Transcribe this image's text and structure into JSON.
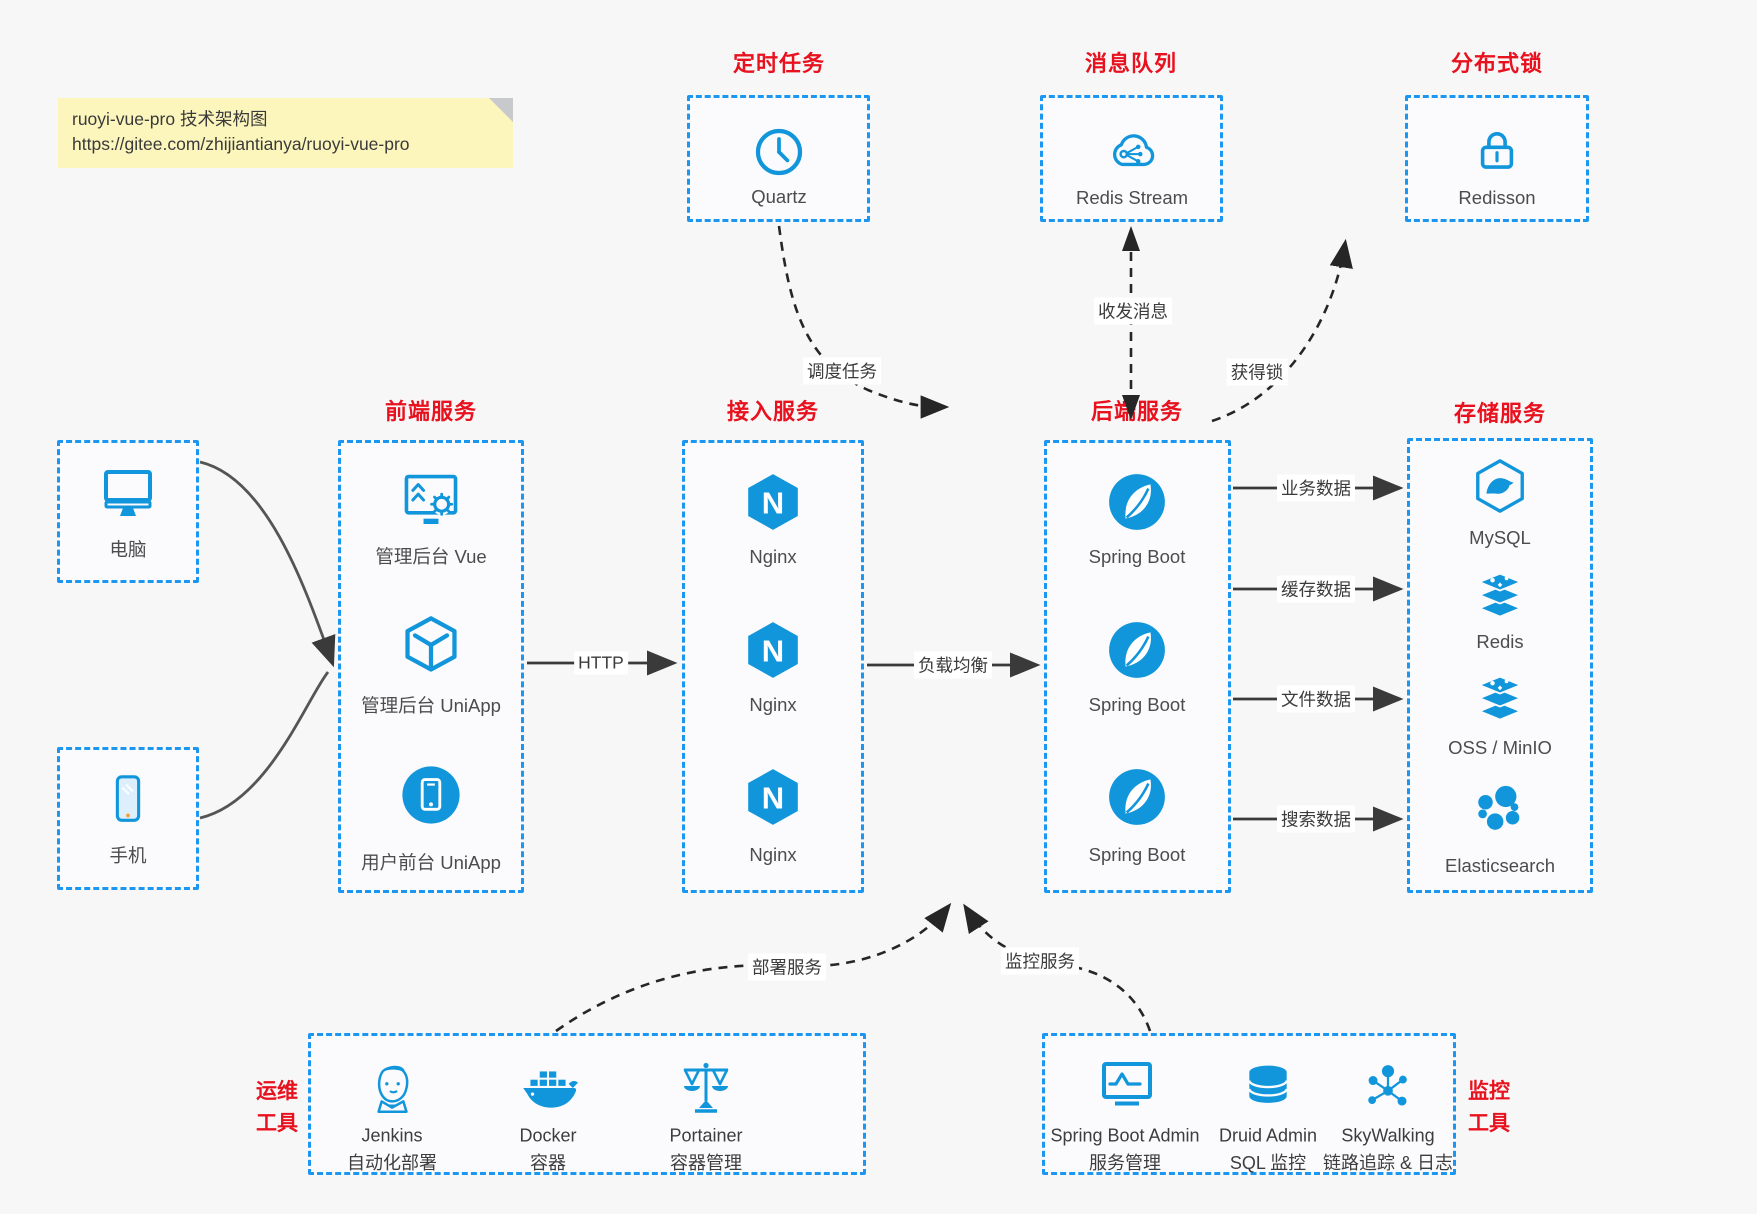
{
  "note": {
    "line1": "ruoyi-vue-pro 技术架构图",
    "line2": "https://gitee.com/zhijiantianya/ruoyi-vue-pro"
  },
  "top_groups": [
    {
      "title": "定时任务",
      "item": "Quartz"
    },
    {
      "title": "消息队列",
      "item": "Redis Stream"
    },
    {
      "title": "分布式锁",
      "item": "Redisson"
    }
  ],
  "clients": [
    {
      "label": "电脑"
    },
    {
      "label": "手机"
    }
  ],
  "columns": [
    {
      "title": "前端服务",
      "items": [
        "管理后台 Vue",
        "管理后台 UniApp",
        "用户前台 UniApp"
      ]
    },
    {
      "title": "接入服务",
      "items": [
        "Nginx",
        "Nginx",
        "Nginx"
      ]
    },
    {
      "title": "后端服务",
      "items": [
        "Spring Boot",
        "Spring Boot",
        "Spring Boot"
      ]
    },
    {
      "title": "存储服务",
      "items": [
        "MySQL",
        "Redis",
        "OSS / MinIO",
        "Elasticsearch"
      ]
    }
  ],
  "edges": {
    "http": "HTTP",
    "load_balance": "负载均衡",
    "biz_data": "业务数据",
    "cache_data": "缓存数据",
    "file_data": "文件数据",
    "search_data": "搜索数据",
    "schedule": "调度任务",
    "message": "收发消息",
    "lock": "获得锁",
    "deploy": "部署服务",
    "monitor": "监控服务"
  },
  "bottom_groups": [
    {
      "side_label": [
        "运维",
        "工具"
      ],
      "items": [
        {
          "name": "Jenkins",
          "desc": "自动化部署"
        },
        {
          "name": "Docker",
          "desc": "容器"
        },
        {
          "name": "Portainer",
          "desc": "容器管理"
        }
      ]
    },
    {
      "side_label": [
        "监控",
        "工具"
      ],
      "items": [
        {
          "name": "Spring Boot Admin",
          "desc": "服务管理"
        },
        {
          "name": "Druid Admin",
          "desc": "SQL 监控"
        },
        {
          "name": "SkyWalking",
          "desc": "链路追踪 & 日志"
        }
      ]
    }
  ],
  "colors": {
    "accent_blue": "#1296db",
    "border_blue": "#1b97f2",
    "title_red": "#e8121f",
    "note_yellow": "#fcf6bd"
  }
}
